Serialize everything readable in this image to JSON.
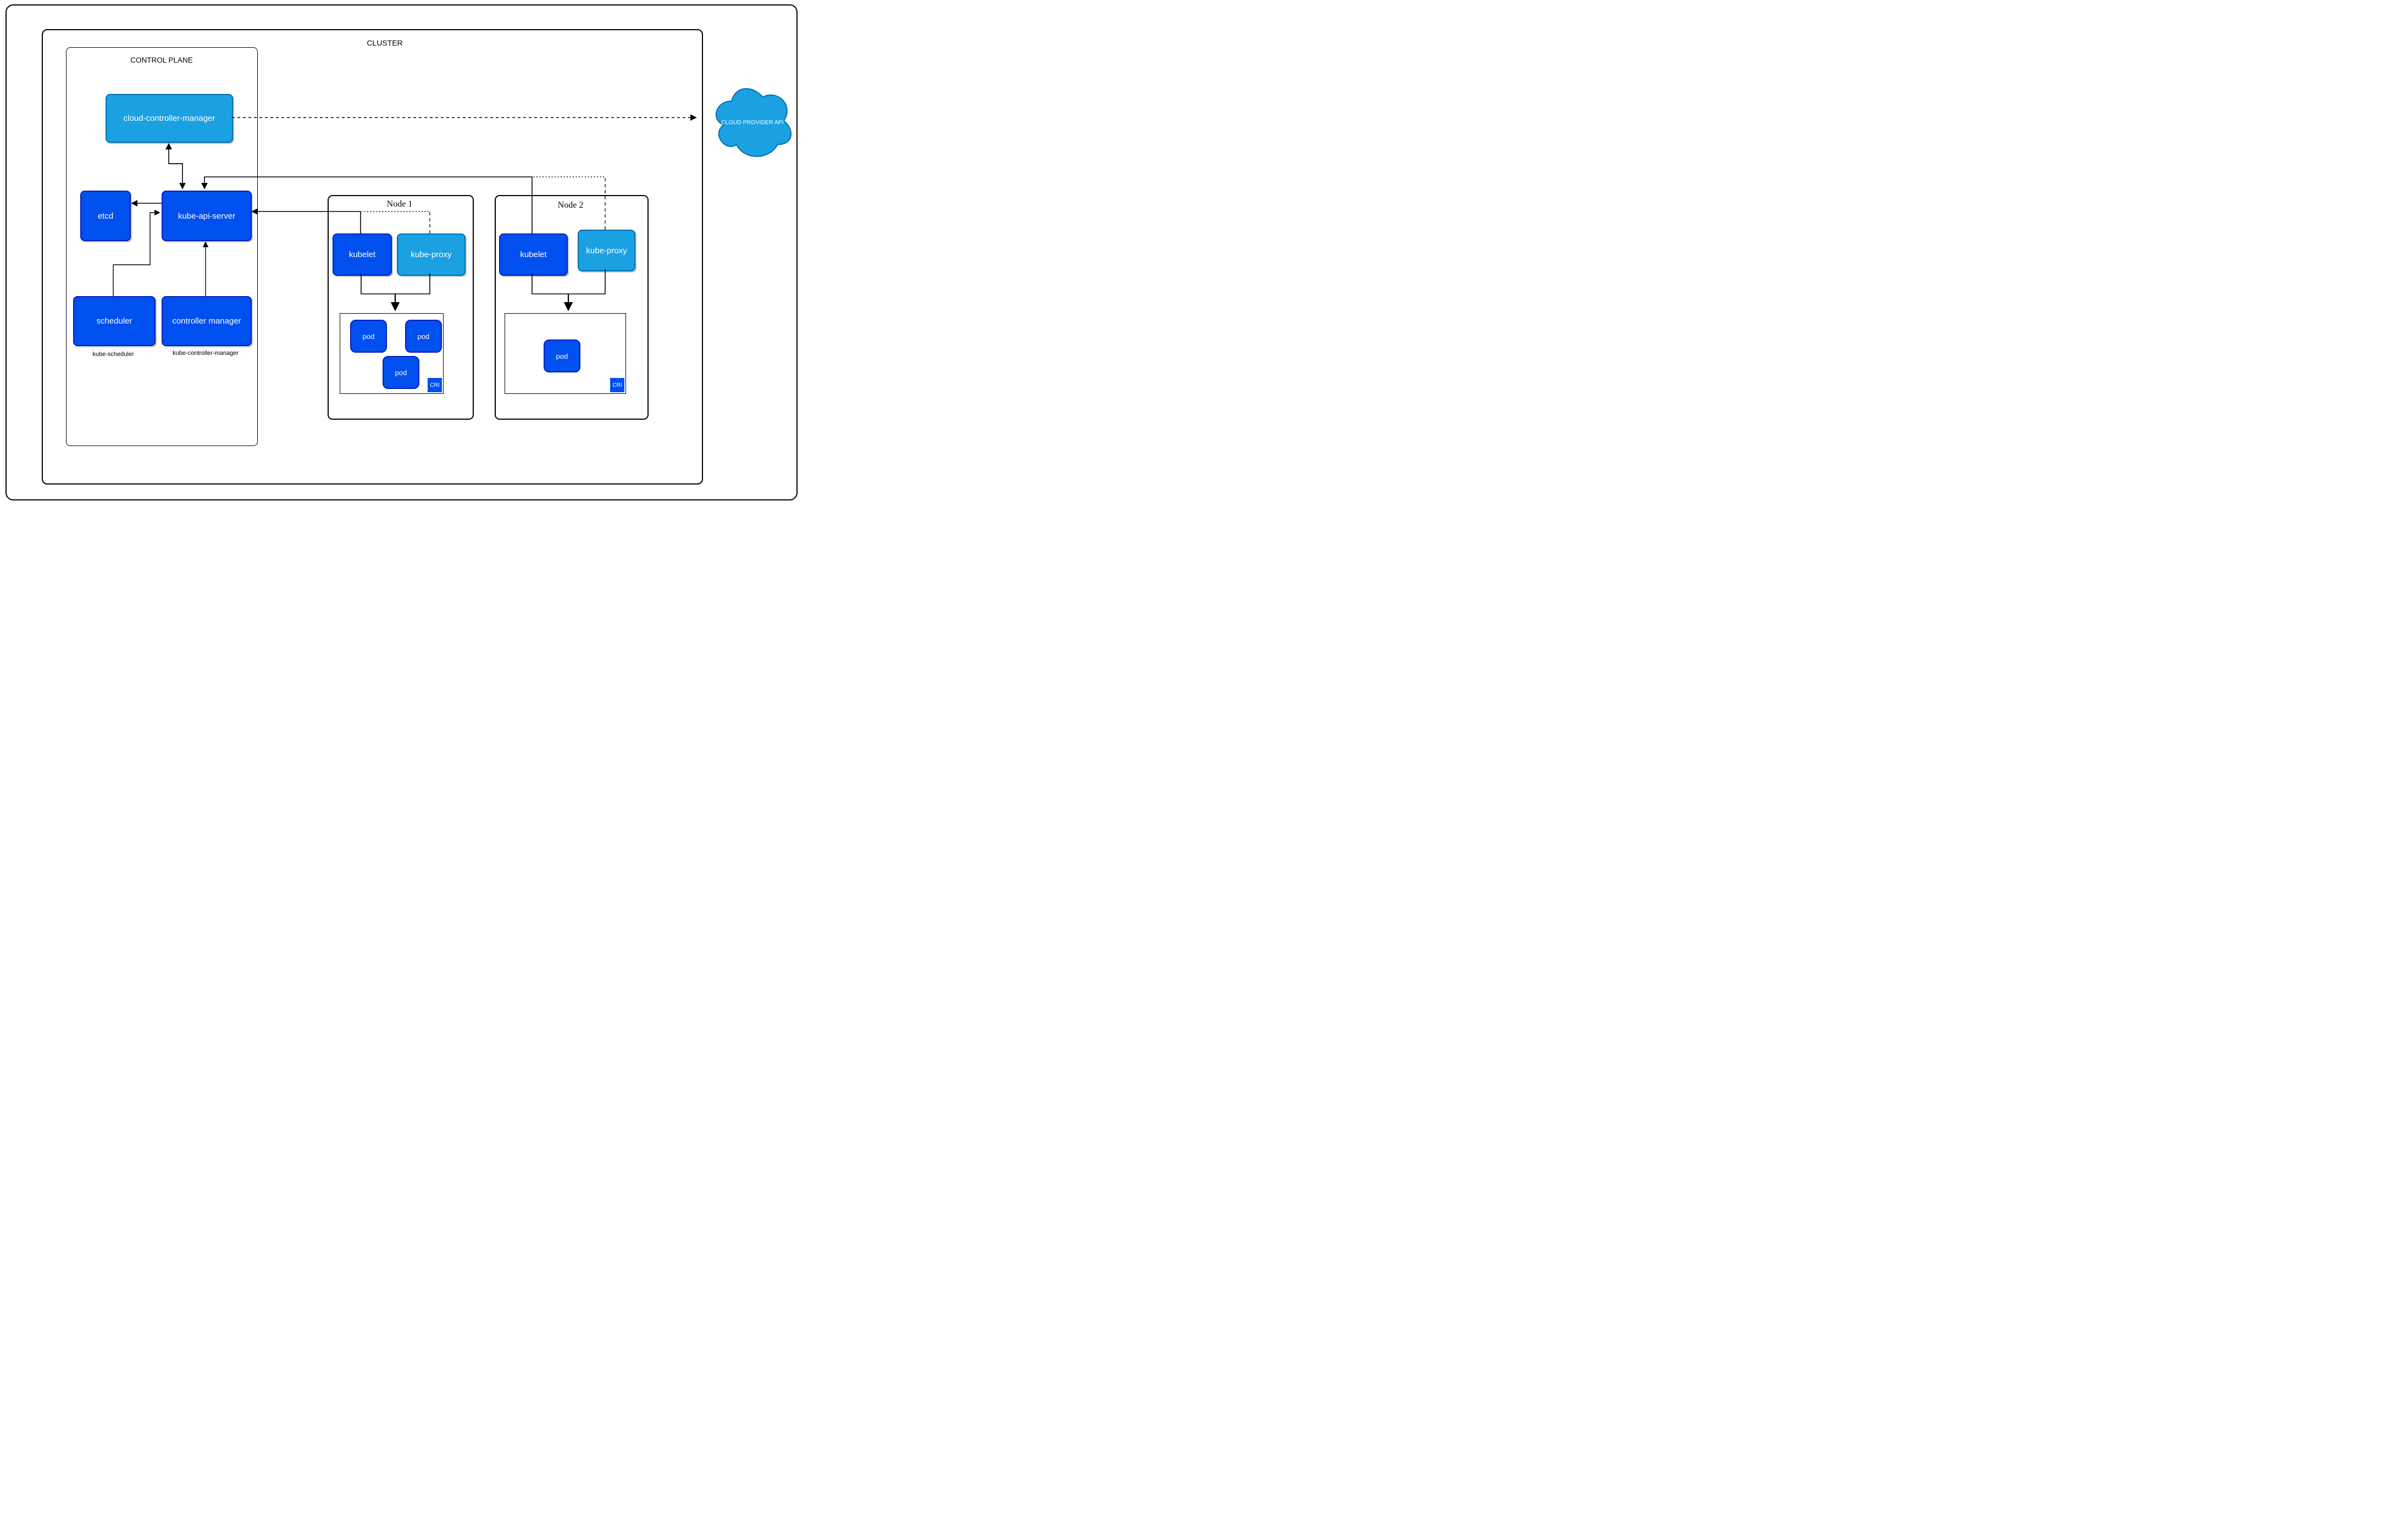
{
  "cluster": {
    "label": "CLUSTER"
  },
  "control_plane": {
    "label": "CONTROL PLANE",
    "cloud_controller_manager": "cloud-controller-manager",
    "etcd": "etcd",
    "kube_api_server": "kube-api-server",
    "scheduler": "scheduler",
    "controller_manager": "controller manager",
    "scheduler_sub_label": "kube-scheduler",
    "controller_manager_sub_label": "kube-controller-manager"
  },
  "cloud_provider": {
    "label": "CLOUD PROVIDER API"
  },
  "nodes": [
    {
      "title": "Node 1",
      "kubelet": "kubelet",
      "kube_proxy": "kube-proxy",
      "pods": [
        "pod",
        "pod",
        "pod"
      ],
      "cri": "CRI"
    },
    {
      "title": "Node 2",
      "kubelet": "kubelet",
      "kube_proxy": "kube-proxy",
      "pods": [
        "pod"
      ],
      "cri": "CRI"
    }
  ],
  "colors": {
    "dark_blue": "#0050EF",
    "dark_blue_border": "#001DBC",
    "light_blue": "#1BA1E2",
    "light_blue_border": "#006EAF",
    "line": "#000000"
  }
}
